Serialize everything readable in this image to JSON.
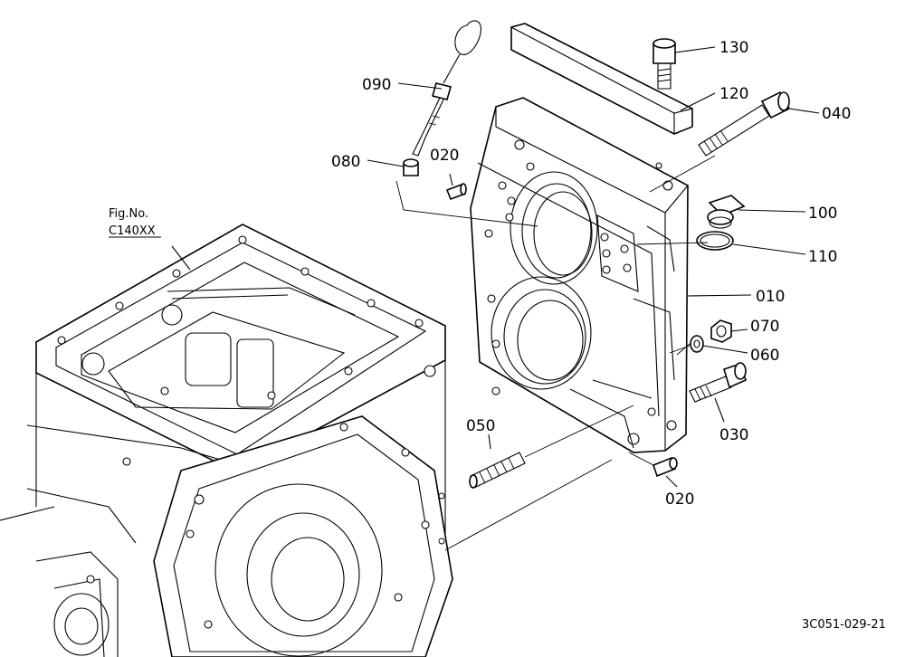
{
  "figure_ref": {
    "line1": "Fig.No.",
    "line2": "C140XX"
  },
  "drawing_code": "3C051-029-21",
  "callouts": [
    {
      "id": "p130",
      "label": "130"
    },
    {
      "id": "p120",
      "label": "120"
    },
    {
      "id": "p040",
      "label": "040"
    },
    {
      "id": "p090",
      "label": "090"
    },
    {
      "id": "p080",
      "label": "080"
    },
    {
      "id": "p020a",
      "label": "020"
    },
    {
      "id": "p100",
      "label": "100"
    },
    {
      "id": "p110",
      "label": "110"
    },
    {
      "id": "p010",
      "label": "010"
    },
    {
      "id": "p070",
      "label": "070"
    },
    {
      "id": "p060",
      "label": "060"
    },
    {
      "id": "p050",
      "label": "050"
    },
    {
      "id": "p030",
      "label": "030"
    },
    {
      "id": "p020b",
      "label": "020"
    }
  ]
}
